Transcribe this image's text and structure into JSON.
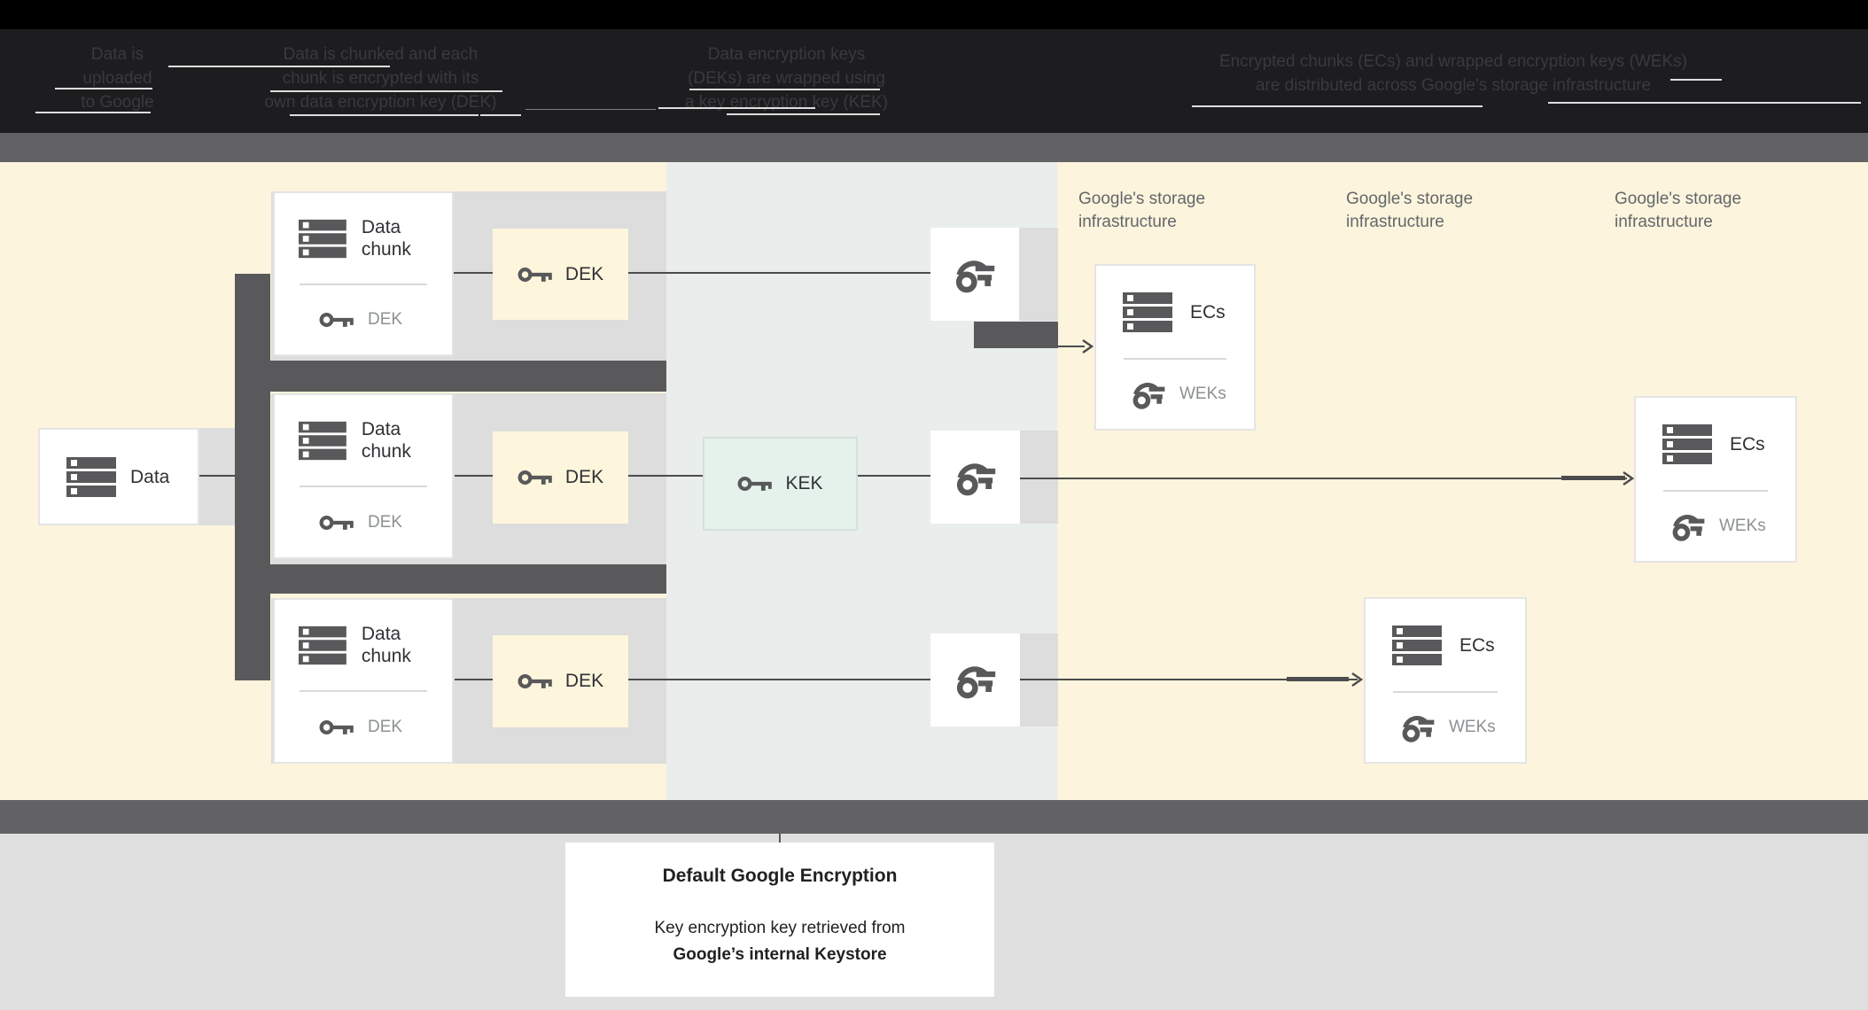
{
  "header": {
    "steps": [
      {
        "lines": [
          "Data is",
          "uploaded",
          "to Google"
        ]
      },
      {
        "lines": [
          "Data is chunked and each",
          "chunk is encrypted with its",
          "own data encryption key (DEK)"
        ]
      },
      {
        "lines": [
          "Data encryption keys",
          "(DEKs) are wrapped using",
          "a key encryption key (KEK)"
        ]
      },
      {
        "lines": [
          "Encrypted chunks (ECs) and wrapped encryption keys (WEKs)",
          "are distributed across Google's storage infrastructure"
        ]
      }
    ]
  },
  "diagram": {
    "data_box": {
      "label": "Data"
    },
    "chunk_boxes": [
      {
        "title": "Data chunk",
        "key_label": "DEK"
      },
      {
        "title": "Data chunk",
        "key_label": "DEK"
      },
      {
        "title": "Data chunk",
        "key_label": "DEK"
      }
    ],
    "dek_boxes": [
      {
        "label": "DEK"
      },
      {
        "label": "DEK"
      },
      {
        "label": "DEK"
      }
    ],
    "kek_box": {
      "label": "KEK"
    },
    "storage_labels": [
      {
        "line1": "Google's storage",
        "line2": "infrastructure"
      },
      {
        "line1": "Google's storage",
        "line2": "infrastructure"
      },
      {
        "line1": "Google's storage",
        "line2": "infrastructure"
      }
    ],
    "ec_boxes": [
      {
        "title": "ECs",
        "key_label": "WEKs"
      },
      {
        "title": "ECs",
        "key_label": "WEKs"
      },
      {
        "title": "ECs",
        "key_label": "WEKs"
      }
    ]
  },
  "caption": {
    "title": "Default Google Encryption",
    "line1": "Key encryption key retrieved from",
    "line2": "Google’s internal Keystore"
  },
  "colors": {
    "cream_bg": "#fcf4dc",
    "middle_panel_bg": "#e9edec",
    "row_strip": "#dcdddc",
    "dark_gray": "#59595b",
    "kek_green": "#e5f2eb",
    "dek_cream": "#fdf5dc",
    "muted_text": "#8d9093",
    "storage_text": "#63666b"
  }
}
